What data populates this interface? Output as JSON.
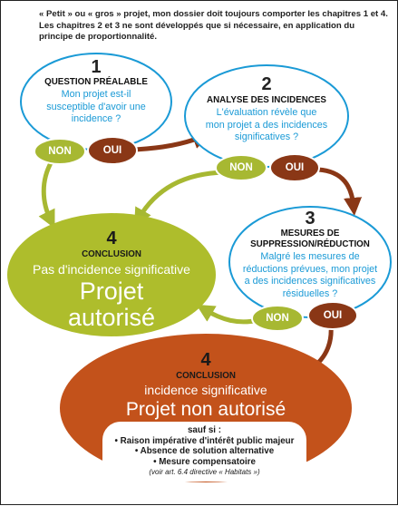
{
  "intro_text": "« Petit » ou « gros » projet, mon dossier doit toujours comporter les chapitres 1 et 4. Les chapitres 2 et 3 ne sont développés que si nécessaire, en application du principe de proportionnalité.",
  "steps": {
    "step1": {
      "number": "1",
      "heading": "QUESTION PRÉALABLE",
      "question_line1": "Mon projet est-il",
      "question_line2": "susceptible d'avoir une",
      "question_line3": "incidence ?"
    },
    "step2": {
      "number": "2",
      "heading": "ANALYSE DES INCIDENCES",
      "question_line1": "L'évaluation révèle que",
      "question_line2": "mon projet a des incidences",
      "question_line3": "significatives ?"
    },
    "step3": {
      "number": "3",
      "heading_line1": "MESURES DE",
      "heading_line2": "SUPPRESSION/RÉDUCTION",
      "question_line1": "Malgré les mesures de",
      "question_line2": "réductions prévues, mon projet",
      "question_line3": "a des incidences significatives",
      "question_line4": "résiduelles ?"
    }
  },
  "answers": {
    "non": "NON",
    "oui": "OUI"
  },
  "conclusion_authorized": {
    "number": "4",
    "heading": "CONCLUSION",
    "subtitle": "Pas d'incidence significative",
    "result_line1": "Projet",
    "result_line2": "autorisé"
  },
  "conclusion_refused": {
    "number": "4",
    "heading": "CONCLUSION",
    "subtitle": "incidence significative",
    "result": "Projet non autorisé",
    "exception_title": "sauf si :",
    "exception_1": "• Raison impérative d'intérêt public majeur",
    "exception_2": "• Absence de solution alternative",
    "exception_3": "• Mesure compensatoire",
    "reference": "(voir art. 6.4 directive « Habitats »)"
  },
  "colors": {
    "question_border": "#1a9ad6",
    "question_text": "#1a9ad6",
    "non_green": "#a7b832",
    "authorized_green": "#aebd2c",
    "oui_brown": "#8a3716",
    "refused_orange": "#c3521b"
  }
}
